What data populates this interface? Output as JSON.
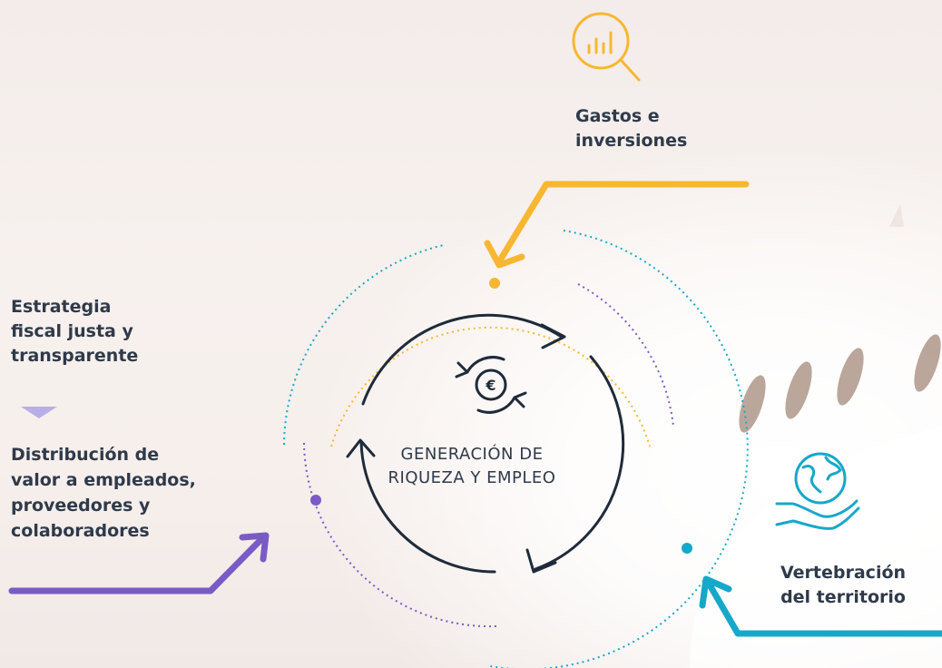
{
  "diagram": {
    "center_text": {
      "line1": "GENERACIÓN DE",
      "line2": "RIQUEZA Y EMPLEO"
    },
    "labels": {
      "gastos": {
        "line1": "Gastos e",
        "line2": "inversiones"
      },
      "estrategia": {
        "line1": "Estrategia",
        "line2": "fiscal justa y",
        "line3": "transparente"
      },
      "distribucion": {
        "line1": "Distribución de",
        "line2": "valor a empleados,",
        "line3": "proveedores y",
        "line4": "colaboradores"
      },
      "vertebracion": {
        "line1": "Vertebración",
        "line2": "del territorio"
      }
    },
    "icons": {
      "gastos": "chart-magnifier-icon",
      "vertebracion": "globe-hand-icon",
      "center": "euro-cycle-icon",
      "divider": "triangle-down-icon"
    },
    "colors": {
      "yellow": "#f7b733",
      "purple": "#7a5bc6",
      "cyan": "#16a8c9",
      "dark": "#1f2b3a",
      "lavender": "#b9aee6"
    }
  }
}
